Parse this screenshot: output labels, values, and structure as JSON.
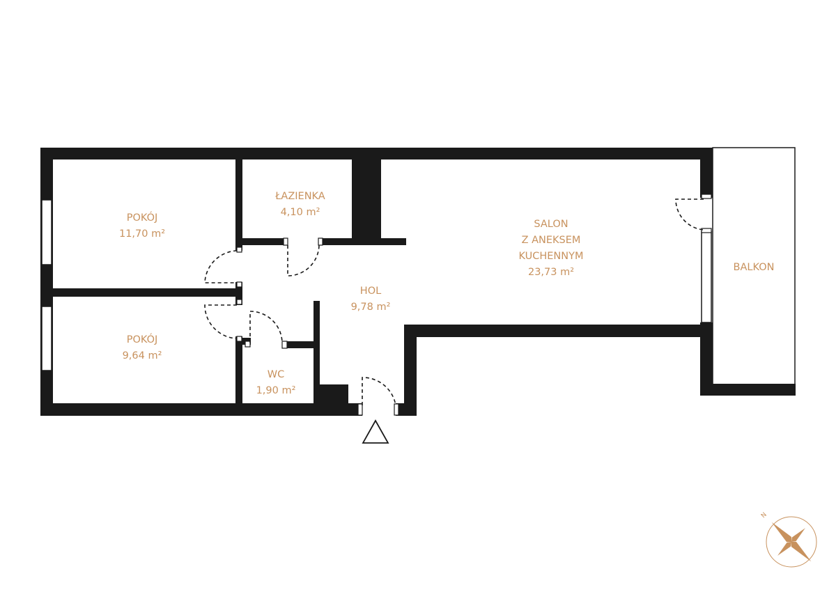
{
  "rooms": {
    "pokoj_1": {
      "name": "POKÓJ",
      "area": "11,70 m²"
    },
    "pokoj_2": {
      "name": "POKÓJ",
      "area": "9,64 m²"
    },
    "lazienka": {
      "name": "ŁAZIENKA",
      "area": "4,10 m²"
    },
    "hol": {
      "name": "HOL",
      "area": "9,78 m²"
    },
    "wc": {
      "name": "WC",
      "area": "1,90 m²"
    },
    "salon": {
      "name_lines": [
        "SALON",
        "Z ANEKSEM",
        "KUCHENNYM"
      ],
      "area": "23,73 m²"
    },
    "balkon": {
      "name": "BALKON"
    }
  },
  "compass": {
    "north_label": "N"
  },
  "colors": {
    "label": "#c8925e",
    "wall": "#1a1a1a",
    "background": "#ffffff"
  }
}
